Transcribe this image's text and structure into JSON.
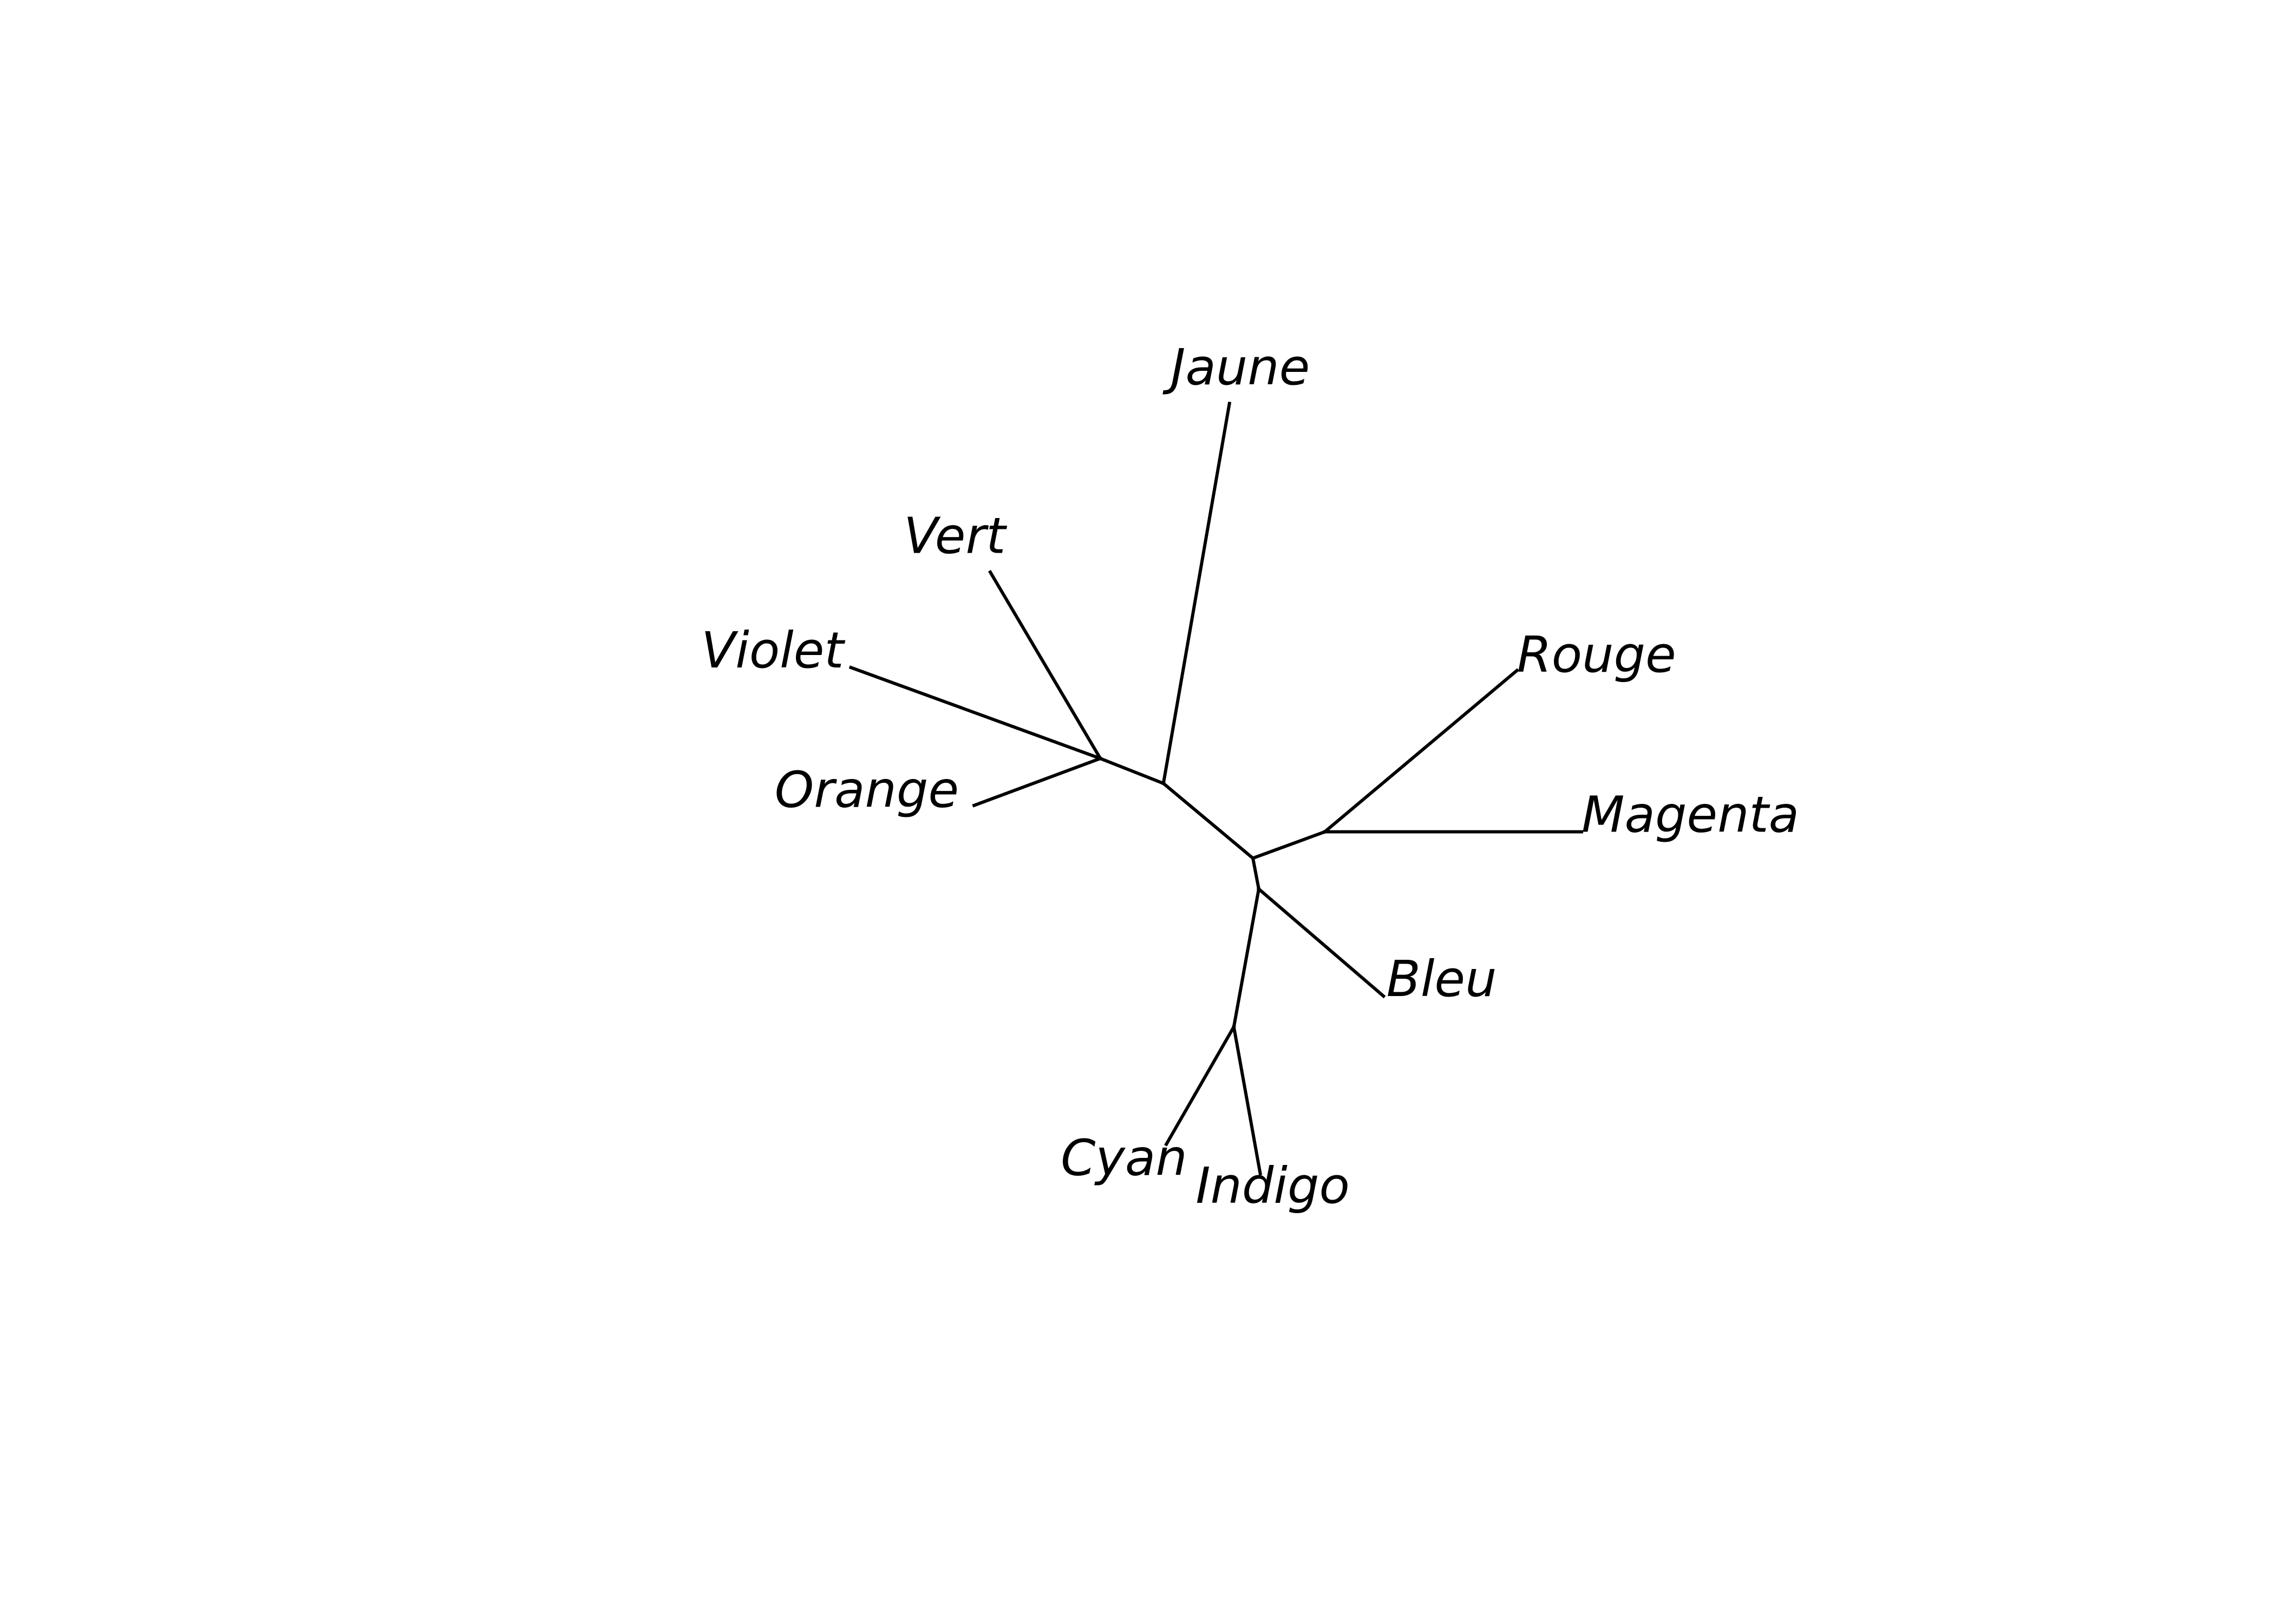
{
  "diagram": {
    "type": "unrooted-phylogenetic-tree",
    "tips": [
      "Jaune",
      "Vert",
      "Violet",
      "Orange",
      "Rouge",
      "Magenta",
      "Bleu",
      "Cyan",
      "Indigo"
    ],
    "internal_nodes": [
      "n1",
      "n2",
      "n3",
      "n4",
      "n5",
      "n6"
    ],
    "edges": [
      [
        "n1",
        "Violet"
      ],
      [
        "n1",
        "Vert"
      ],
      [
        "n1",
        "Orange"
      ],
      [
        "n1",
        "n2"
      ],
      [
        "n2",
        "Jaune"
      ],
      [
        "n2",
        "n3"
      ],
      [
        "n3",
        "n4"
      ],
      [
        "n4",
        "Rouge"
      ],
      [
        "n4",
        "Magenta"
      ],
      [
        "n3",
        "n5"
      ],
      [
        "n5",
        "Bleu"
      ],
      [
        "n5",
        "n6"
      ],
      [
        "n6",
        "Cyan"
      ],
      [
        "n6",
        "Indigo"
      ]
    ],
    "edge_color": "#000000"
  }
}
